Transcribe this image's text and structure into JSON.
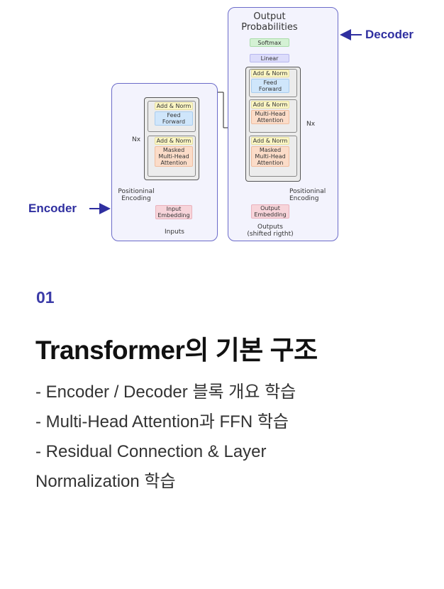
{
  "diagram": {
    "output_probabilities": "Output\nProbabilities",
    "softmax": "Softmax",
    "linear": "Linear",
    "add_norm": "Add & Norm",
    "feed_forward": "Feed\nForward",
    "multi_head_attention": "Multi-Head\nAttention",
    "masked_multi_head_attention": "Masked\nMulti-Head\nAttention",
    "nx": "Nx",
    "positional_encoding_left": "Positioninal\nEncoding",
    "positional_encoding_right": "Positioninal\nEncoding",
    "input_embedding": "Input\nEmbedding",
    "output_embedding": "Output\nEmbedding",
    "inputs": "Inputs",
    "outputs": "Outputs\n(shifted rigtht)",
    "encoder_label": "Encoder",
    "decoder_label": "Decoder"
  },
  "section": {
    "number": "01",
    "title": "Transformer의 기본 구조",
    "bullets": [
      "- Encoder / Decoder 블록 개요 학습",
      "- Multi-Head Attention과 FFN 학습",
      "- Residual Connection & Layer",
      "Normalization 학습"
    ]
  },
  "colors": {
    "accent": "#3b3ba8",
    "panel_border": "#6b6bc9",
    "panel_bg": "#f3f3fd"
  }
}
